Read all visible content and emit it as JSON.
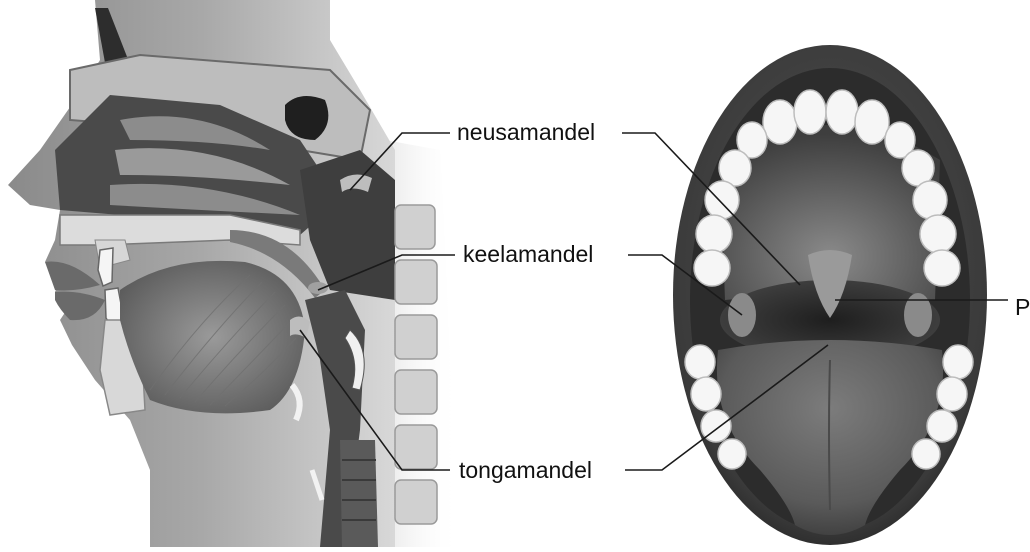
{
  "labels": {
    "adenoid": "neusamandel",
    "palatine_tonsil": "keelamandel",
    "lingual_tonsil": "tongamandel",
    "uvula_cut": "P"
  },
  "colors": {
    "tissue_dark": "#3c3c3c",
    "tissue_mid": "#8a8a8a",
    "tissue_light": "#c8c8c8",
    "bone": "#e2e2e2",
    "teeth": "#f7f7f7",
    "line": "#1a1a1a"
  },
  "icons": {
    "left_panel": "head-sagittal-section-illustration",
    "right_panel": "open-mouth-illustration"
  }
}
